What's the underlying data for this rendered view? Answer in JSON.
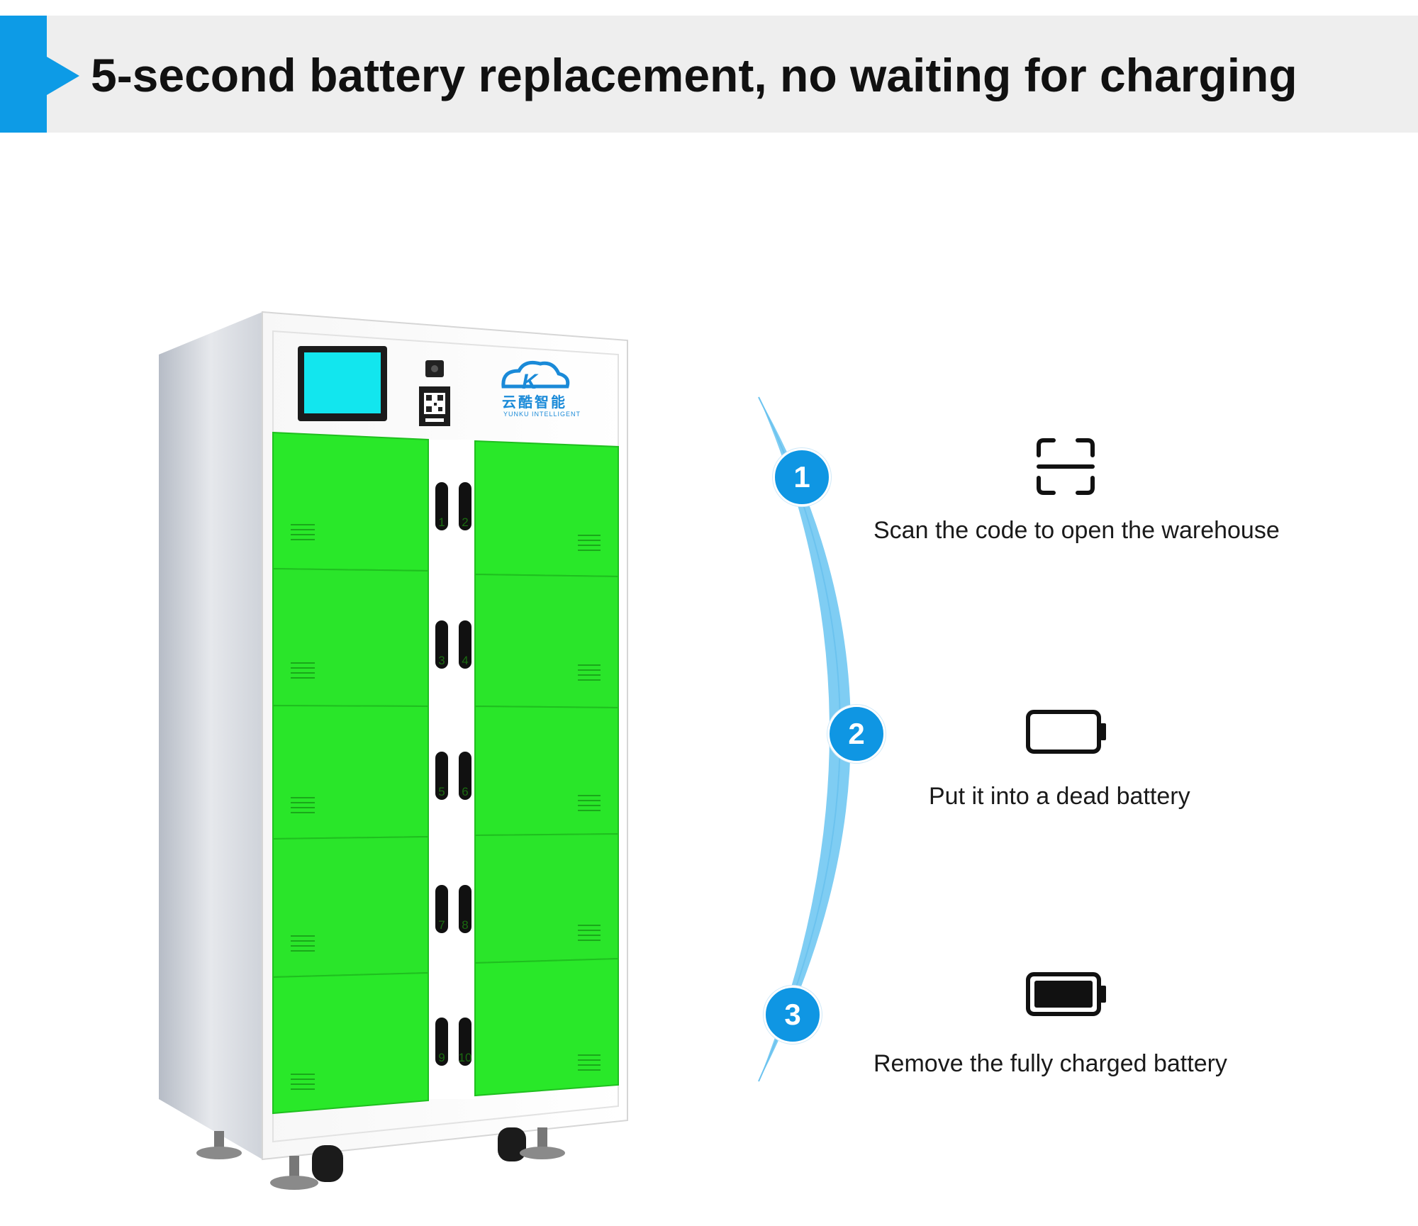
{
  "header": {
    "title": "5-second battery replacement, no waiting for charging",
    "accent_color": "#0d9be6"
  },
  "cabinet": {
    "body_color": "#ffffff",
    "door_color": "#29e829",
    "screen_color": "#12e6ee",
    "logo": {
      "brand_cn": "云酷智能",
      "brand_en": "YUNKU INTELLIGENT",
      "mark_letter": "K"
    },
    "door_numbers": [
      "1",
      "2",
      "3",
      "4",
      "5",
      "6",
      "7",
      "8",
      "9",
      "10"
    ]
  },
  "steps": [
    {
      "number": "1",
      "icon": "scan-frame-icon",
      "text": "Scan the code to open the warehouse"
    },
    {
      "number": "2",
      "icon": "empty-battery-icon",
      "text": "Put it into a dead battery"
    },
    {
      "number": "3",
      "icon": "full-battery-icon",
      "text": "Remove the fully charged battery"
    }
  ],
  "timeline_color": "#7fcdf3"
}
